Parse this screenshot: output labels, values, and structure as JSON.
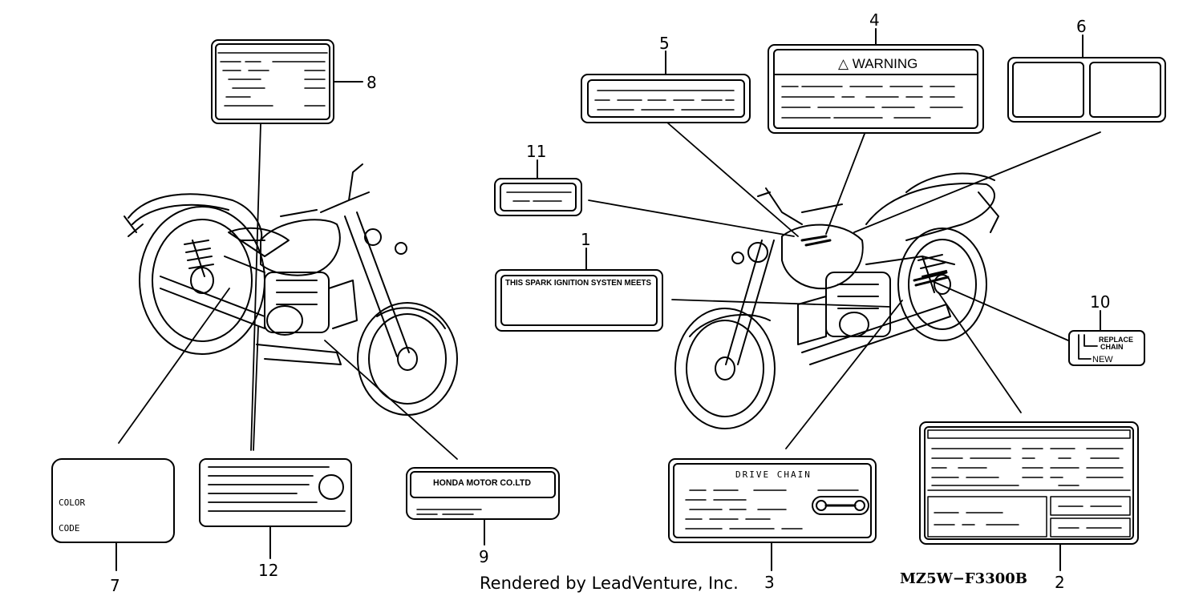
{
  "callouts": {
    "c1": "1",
    "c2": "2",
    "c3": "3",
    "c4": "4",
    "c5": "5",
    "c6": "6",
    "c7": "7",
    "c8": "8",
    "c9": "9",
    "c10": "10",
    "c11": "11",
    "c12": "12"
  },
  "labels": {
    "warning_title": "△ WARNING",
    "spark_text": "THIS SPARK IGNITION SYSTEN MEETS",
    "replace_chain_line1": "REPLACE",
    "replace_chain_line2": "CHAIN",
    "replace_chain_new": "NEW",
    "color_label": "COLOR",
    "code_label": "CODE",
    "honda_text": "HONDA MOTOR CO.LTD",
    "drive_chain": "DRIVE CHAIN"
  },
  "footer": {
    "rendered_by": "Rendered by LeadVenture, Inc.",
    "diagram_code": "MZ5W−F3300B"
  }
}
